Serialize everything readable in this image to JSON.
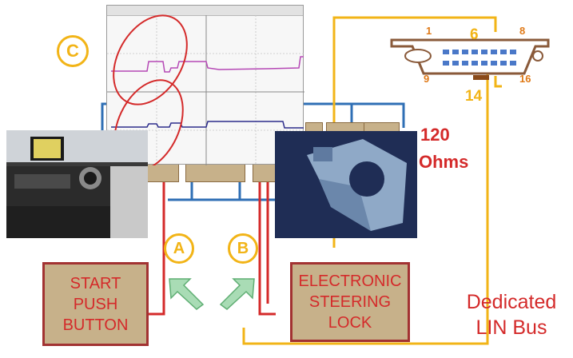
{
  "badges": {
    "a": "A",
    "b": "B",
    "c": "C"
  },
  "boxes": {
    "start": "START\nPUSH\nBUTTON",
    "steering": "ELECTRONIC\nSTEERING\nLOCK"
  },
  "resistor": {
    "value": "120",
    "unit": "Ohms"
  },
  "connector": {
    "pin_1": "1",
    "pin_6": "6",
    "pin_8": "8",
    "pin_9": "9",
    "pin_14": "14",
    "pin_16": "16"
  },
  "caption": {
    "line1": "Dedicated",
    "line2": "LIN Bus"
  },
  "colors": {
    "wire_red": "#d42a2a",
    "bus_blue": "#2f6fb5",
    "obd_orange": "#f2b417",
    "box_fill": "#c7b18a",
    "trace_magenta": "#b548b5",
    "trace_navy": "#2d2d8c",
    "arrow_green": "#a9dcb5"
  }
}
